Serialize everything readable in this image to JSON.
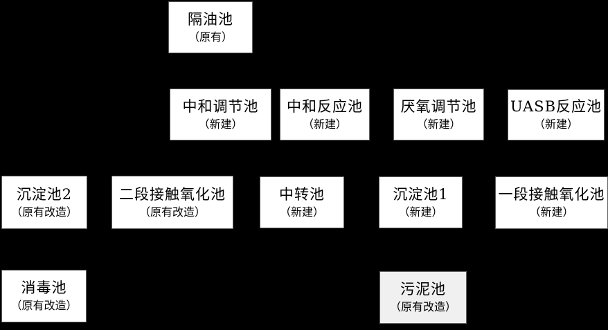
{
  "diagram": {
    "background_color": "#000000",
    "box_fill_color": "#ffffff",
    "highlight_box_fill_color": "#f0f0f0",
    "box_border_color": "#616161",
    "text_color": "#000000",
    "nodes": [
      {
        "title": "隔油池",
        "subtitle": "（原有）"
      },
      {
        "title": "中和调节池",
        "subtitle": "（新建）"
      },
      {
        "title": "中和反应池",
        "subtitle": "（新建）"
      },
      {
        "title": "厌氧调节池",
        "subtitle": "（新建）"
      },
      {
        "title": "UASB反应池",
        "subtitle": "（新建）"
      },
      {
        "title": "沉淀池2",
        "subtitle": "（原有改造）"
      },
      {
        "title": "二段接触氧化池",
        "subtitle": "（原有改造）"
      },
      {
        "title": "中转池",
        "subtitle": "（新建）"
      },
      {
        "title": "沉淀池1",
        "subtitle": "（新建）"
      },
      {
        "title": "一段接触氧化池",
        "subtitle": "（新建）"
      },
      {
        "title": "消毒池",
        "subtitle": "（原有改造）"
      },
      {
        "title": "污泥池",
        "subtitle": "（原有改造）"
      }
    ]
  }
}
